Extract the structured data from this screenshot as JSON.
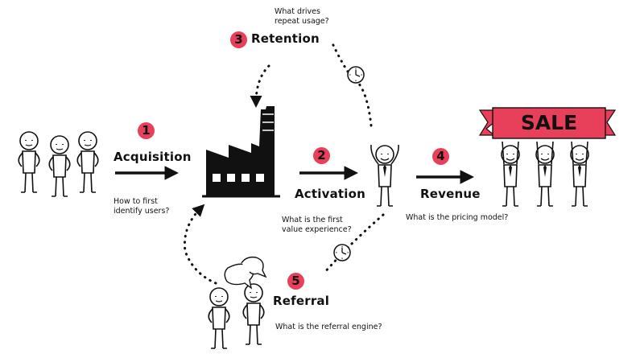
{
  "colors": {
    "accent": "#e8405a",
    "ink": "#111111"
  },
  "steps": [
    {
      "number": "1",
      "title": "Acquisition",
      "question": [
        "How to first",
        "identify users?"
      ]
    },
    {
      "number": "2",
      "title": "Activation",
      "question": [
        "What is the first",
        "value experience?"
      ]
    },
    {
      "number": "3",
      "title": "Retention",
      "question": [
        "What drives",
        "repeat usage?"
      ]
    },
    {
      "number": "4",
      "title": "Revenue",
      "question": [
        "What is the pricing model?"
      ]
    },
    {
      "number": "5",
      "title": "Referral",
      "question": [
        "What is the referral engine?"
      ]
    }
  ],
  "banner": {
    "text": "SALE"
  },
  "icons": [
    "stick-figure",
    "factory-icon",
    "clock-icon",
    "speech-bubble-icon",
    "sale-banner"
  ]
}
